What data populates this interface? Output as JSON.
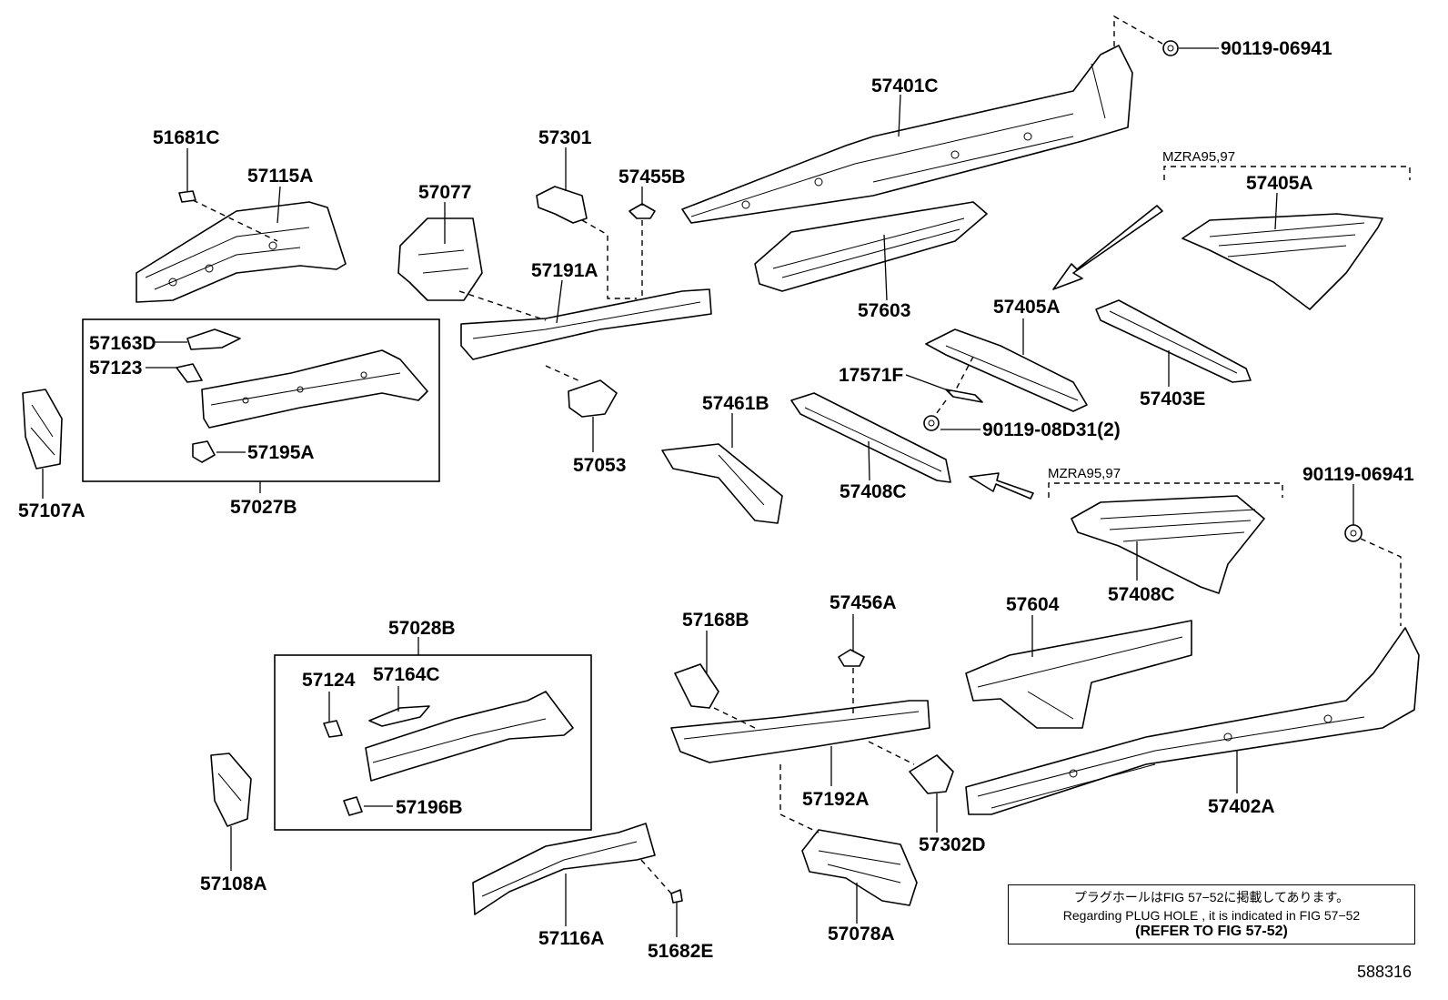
{
  "labels": {
    "p51681C": "51681C",
    "p57115A": "57115A",
    "p57077": "57077",
    "p57301": "57301",
    "p57455B": "57455B",
    "p57401C": "57401C",
    "p90119_06941_top": "90119-06941",
    "p57603": "57603",
    "p57191A": "57191A",
    "p57163D": "57163D",
    "p57123": "57123",
    "p57195A": "57195A",
    "p57027B": "57027B",
    "p57107A": "57107A",
    "p57053": "57053",
    "p57461B": "57461B",
    "p17571F": "17571F",
    "p90119_08D31": "90119-08D31(2)",
    "p57408C_mid": "57408C",
    "p57405A_mid": "57405A",
    "p57405A_top": "57405A",
    "p57403E": "57403E",
    "p57408C_right": "57408C",
    "p90119_06941_right": "90119-06941",
    "p57028B": "57028B",
    "p57124": "57124",
    "p57164C": "57164C",
    "p57196B": "57196B",
    "p57108A": "57108A",
    "p57116A": "57116A",
    "p51682E": "51682E",
    "p57168B": "57168B",
    "p57456A": "57456A",
    "p57192A": "57192A",
    "p57302D": "57302D",
    "p57078A": "57078A",
    "p57604": "57604",
    "p57402A": "57402A"
  },
  "groups": {
    "mzra_top": "MZRA95,97",
    "mzra_bottom": "MZRA95,97"
  },
  "note": {
    "line1": "プラグホールはFIG 57−52に掲載してあります。",
    "line2": "Regarding  PLUG  HOLE , it is indicated in  FIG  57−52",
    "line3": "(REFER TO FIG 57-52)"
  },
  "figure_number": "588316"
}
